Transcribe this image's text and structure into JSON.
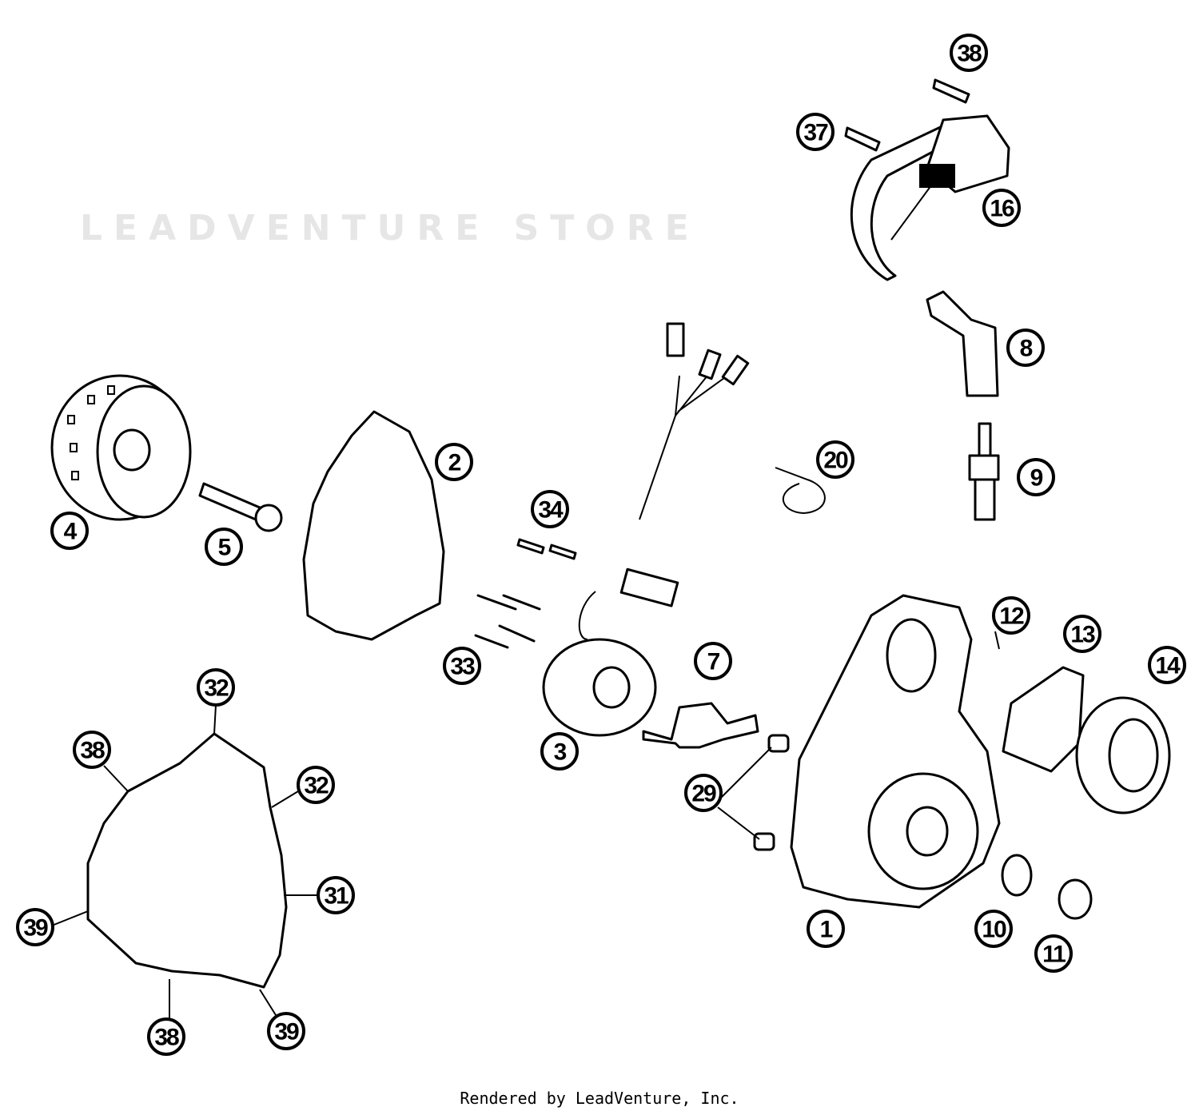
{
  "watermark": "LEADVENTURE STORE",
  "footer": "Rendered by LeadVenture, Inc.",
  "callouts": [
    "38",
    "37",
    "16",
    "8",
    "9",
    "20",
    "2",
    "4",
    "5",
    "34",
    "33",
    "3",
    "7",
    "12",
    "13",
    "14",
    "1",
    "10",
    "11",
    "29",
    "32",
    "38",
    "32",
    "31",
    "39",
    "38",
    "39"
  ]
}
